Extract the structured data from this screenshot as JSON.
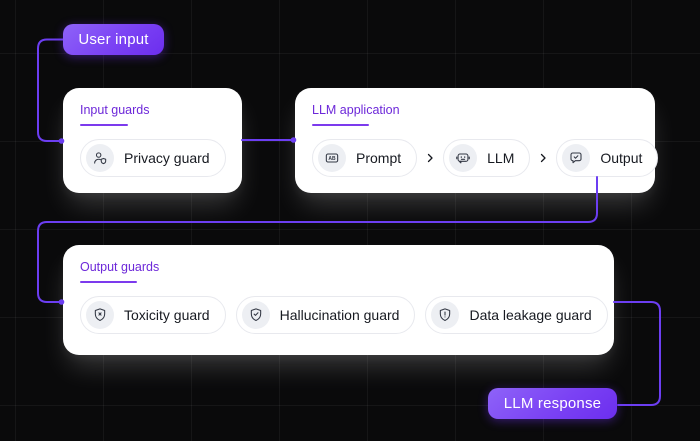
{
  "nodes": {
    "user_input": {
      "label": "User input"
    },
    "llm_response": {
      "label": "LLM response"
    }
  },
  "cards": {
    "input_guards": {
      "title": "Input guards",
      "pills": [
        {
          "label": "Privacy guard",
          "icon": "user-shield-icon"
        }
      ]
    },
    "llm_application": {
      "title": "LLM application",
      "separator_icon": "chevron-right-icon",
      "pills": [
        {
          "label": "Prompt",
          "icon": "ab-badge-icon"
        },
        {
          "label": "LLM",
          "icon": "bot-icon"
        },
        {
          "label": "Output",
          "icon": "message-check-icon"
        }
      ]
    },
    "output_guards": {
      "title": "Output guards",
      "pills": [
        {
          "label": "Toxicity guard",
          "icon": "shield-x-icon"
        },
        {
          "label": "Hallucination guard",
          "icon": "shield-check-icon"
        },
        {
          "label": "Data leakage guard",
          "icon": "shield-alert-icon"
        }
      ]
    }
  },
  "colors": {
    "background": "#0a0a0b",
    "accent_purple": "#7b42f4",
    "connector_purple": "#6c3ef2",
    "title_purple": "#6d28d9",
    "card_white": "#ffffff",
    "pill_border": "#e8e9ee",
    "icon_circle_bg": "#edeff3"
  }
}
